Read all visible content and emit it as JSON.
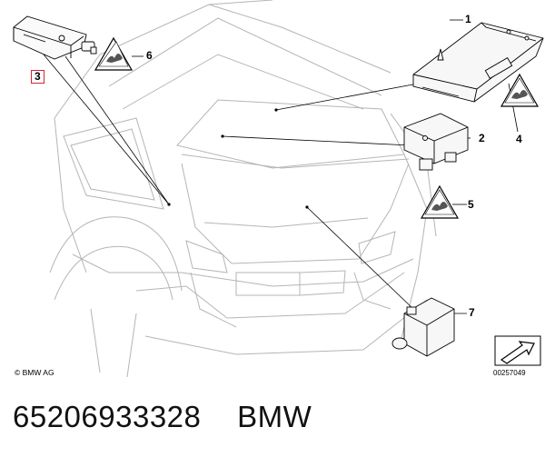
{
  "diagram": {
    "callouts": [
      {
        "key": "c1",
        "label": "1"
      },
      {
        "key": "c2",
        "label": "2"
      },
      {
        "key": "c3",
        "label": "3"
      },
      {
        "key": "c4",
        "label": "4"
      },
      {
        "key": "c5",
        "label": "5"
      },
      {
        "key": "c6",
        "label": "6"
      },
      {
        "key": "c7",
        "label": "7"
      }
    ],
    "copyright": "© BMW AG",
    "drawing_number": "00257049",
    "highlight_color": "#d9232e",
    "line_color": "#999999"
  },
  "caption": {
    "part_number": "65206933328",
    "brand": "BMW"
  }
}
